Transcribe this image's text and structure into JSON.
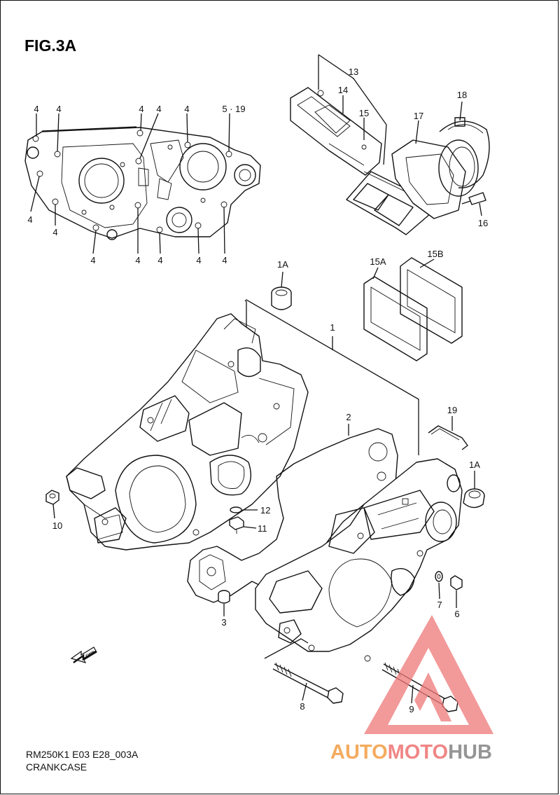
{
  "figure": {
    "title": "FIG.3A",
    "model_code": "RM250K1 E03 E28_003A",
    "section_name": "CRANKCASE"
  },
  "callouts": {
    "c4": "4",
    "c5_19": "5 · 19",
    "c13": "13",
    "c14": "14",
    "c15": "15",
    "c17": "17",
    "c18": "18",
    "c16": "16",
    "c1A": "1A",
    "c15A": "15A",
    "c15B": "15B",
    "c1": "1",
    "c2": "2",
    "c19": "19",
    "c10": "10",
    "c12": "12",
    "c11": "11",
    "c3": "3",
    "c7": "7",
    "c6": "6",
    "c8": "8",
    "c9": "9"
  },
  "fwd_arrow_label": "FWD",
  "watermark": {
    "part1": "AUTO",
    "part2": "MOTO",
    "part3": "HUB",
    "colors": {
      "auto": "#f3a24e",
      "moto": "#ef7a7a",
      "hub": "#8a8a8a",
      "triangle": "#ef7a7a"
    }
  }
}
